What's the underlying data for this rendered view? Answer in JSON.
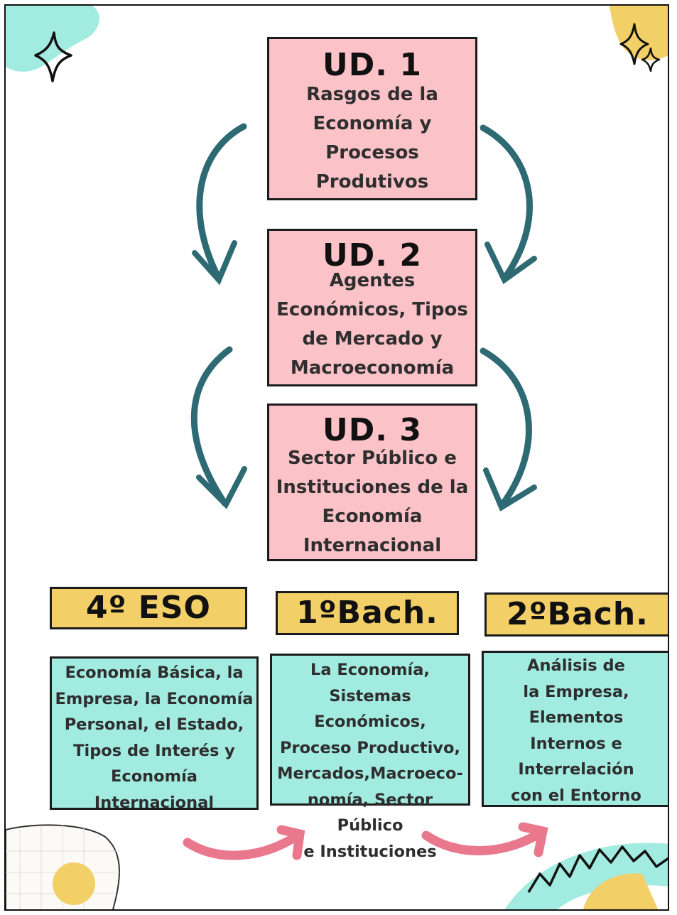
{
  "units": [
    {
      "code": "UD. 1",
      "description": "Rasgos de la\nEconomía y\nProcesos\nProdutivos"
    },
    {
      "code": "UD. 2",
      "description": "Agentes\nEconómicos, Tipos\nde Mercado y\nMacroeconomía"
    },
    {
      "code": "UD. 3",
      "description": "Sector Público e\nInstituciones de la\nEconomía\nInternacional"
    }
  ],
  "courses": [
    {
      "title": "4º ESO",
      "content": "Economía Básica, la\nEmpresa, la Economía\nPersonal,  el Estado,\nTipos de Interés y\nEconomía\nInternacional"
    },
    {
      "title": "1ºBach.",
      "content": "La Economía,\nSistemas Económicos,\nProceso Productivo,\nMercados,Macroeco-\nnomía, Sector Público\ne Instituciones"
    },
    {
      "title": "2ºBach.",
      "content": "Análisis de\nla Empresa,\nElementos\nInternos e\nInterrelación\ncon el Entorno"
    }
  ],
  "colors": {
    "unit_fill": "#fbc2c8",
    "course_fill": "#f2cf67",
    "content_fill": "#a2ebe0",
    "arrow_teal": "#2d6a73",
    "arrow_pink": "#e9788d"
  }
}
